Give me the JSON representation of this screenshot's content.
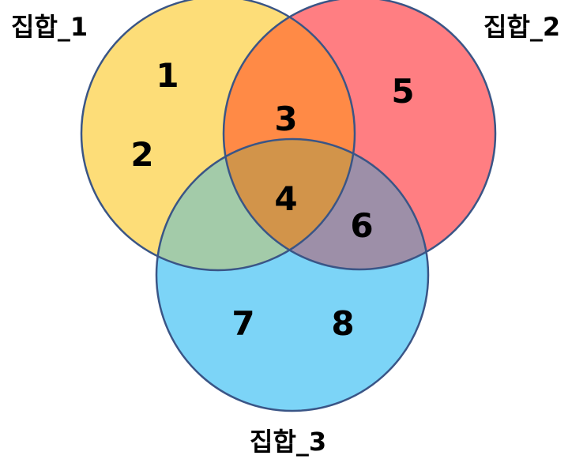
{
  "sets": [
    {
      "label": "집합_1",
      "color": "#FDD55A"
    },
    {
      "label": "집합_2",
      "color": "#FF5A5F"
    },
    {
      "label": "집합_3",
      "color": "#5FCAF5"
    }
  ],
  "outline_color": "#3A5586",
  "elements": [
    "1",
    "2",
    "3",
    "4",
    "5",
    "6",
    "7",
    "8"
  ]
}
